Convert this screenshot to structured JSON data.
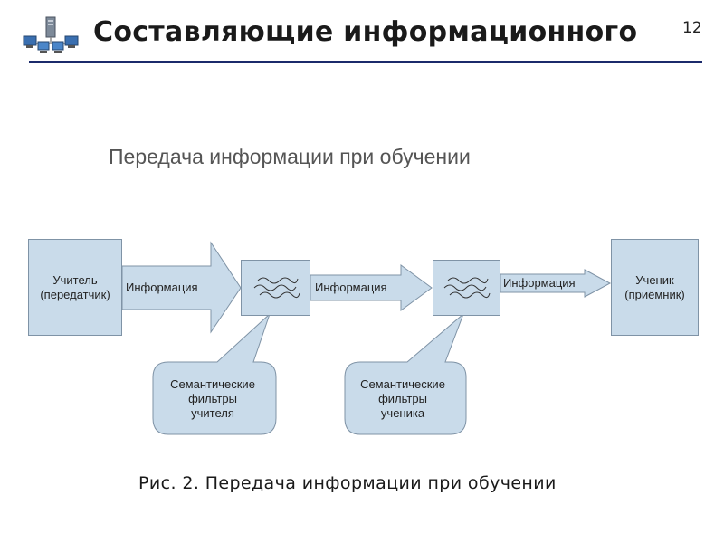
{
  "slide": {
    "title": "Составляющие информационного процесса",
    "number": "12"
  },
  "diagram": {
    "title": "Передача информации при обучении",
    "teacher": {
      "line1": "Учитель",
      "line2": "(передатчик)"
    },
    "student": {
      "line1": "Ученик",
      "line2": "(приёмник)"
    },
    "arrows": [
      "Информация",
      "Информация",
      "Информация"
    ],
    "filter_teacher": {
      "line1": "Семантические",
      "line2": "фильтры",
      "line3": "учителя"
    },
    "filter_student": {
      "line1": "Семантические",
      "line2": "фильтры",
      "line3": "ученика"
    },
    "colors": {
      "fill": "#c9dbea",
      "stroke": "#7f93a6",
      "rule": "#1b2a6b"
    }
  },
  "caption": "Рис. 2. Передача информации при обучении"
}
